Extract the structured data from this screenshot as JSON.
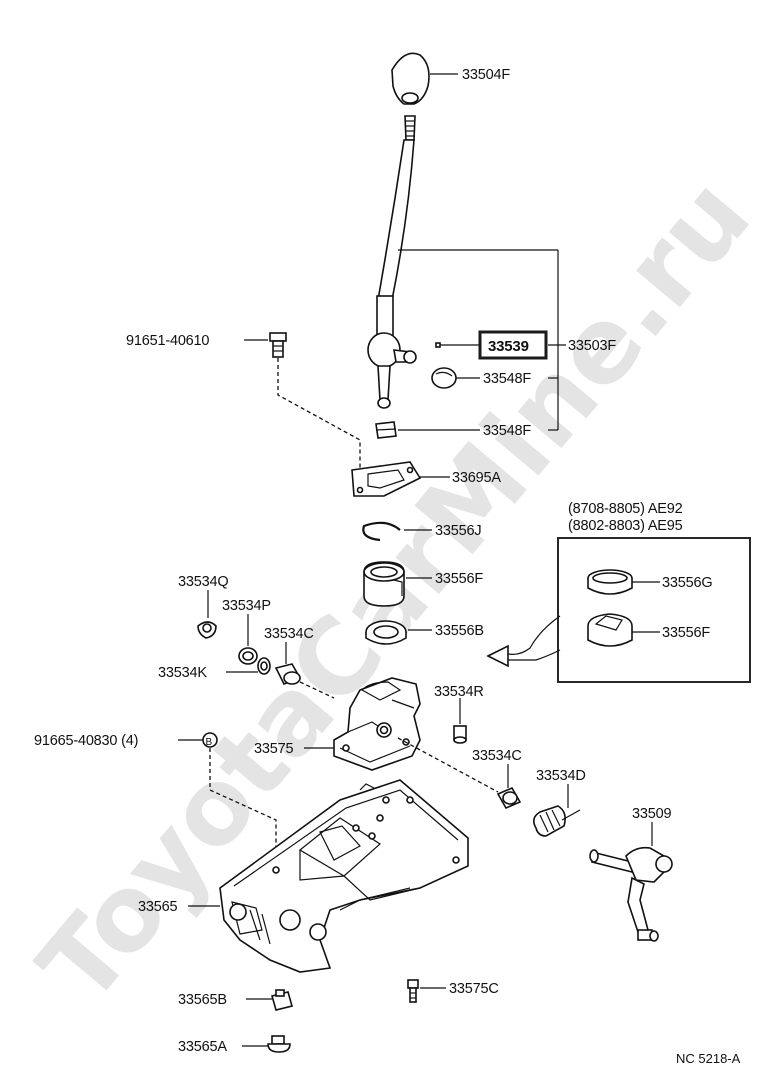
{
  "watermark": "ToyotaCarMine.ru",
  "labels": {
    "p33504F": "33504F",
    "p33503F": "33503F",
    "p33539": "33539",
    "p33548F_a": "33548F",
    "p33548F_b": "33548F",
    "p91651": "91651-40610",
    "p33695A": "33695A",
    "p33556J": "33556J",
    "p33556F": "33556F",
    "p33556B": "33556B",
    "p33534Q": "33534Q",
    "p33534P": "33534P",
    "p33534C_a": "33534C",
    "p33534K": "33534K",
    "p91665": "91665-40830 (4)",
    "p33575": "33575",
    "p33534R": "33534R",
    "p33534C_b": "33534C",
    "p33534D": "33534D",
    "p33509": "33509",
    "p33565": "33565",
    "p33565B": "33565B",
    "p33575C": "33575C",
    "p33565A": "33565A",
    "inset_33556G": "33556G",
    "inset_33556F": "33556F",
    "inset_note_1": "(8708-8805) AE92",
    "inset_note_2": "(8802-8803) AE95",
    "bolt_marker": "B",
    "ref_code": "NC  5218-A"
  },
  "colors": {
    "line": "#111111",
    "watermark": "#e4e4e4",
    "background": "#ffffff"
  }
}
